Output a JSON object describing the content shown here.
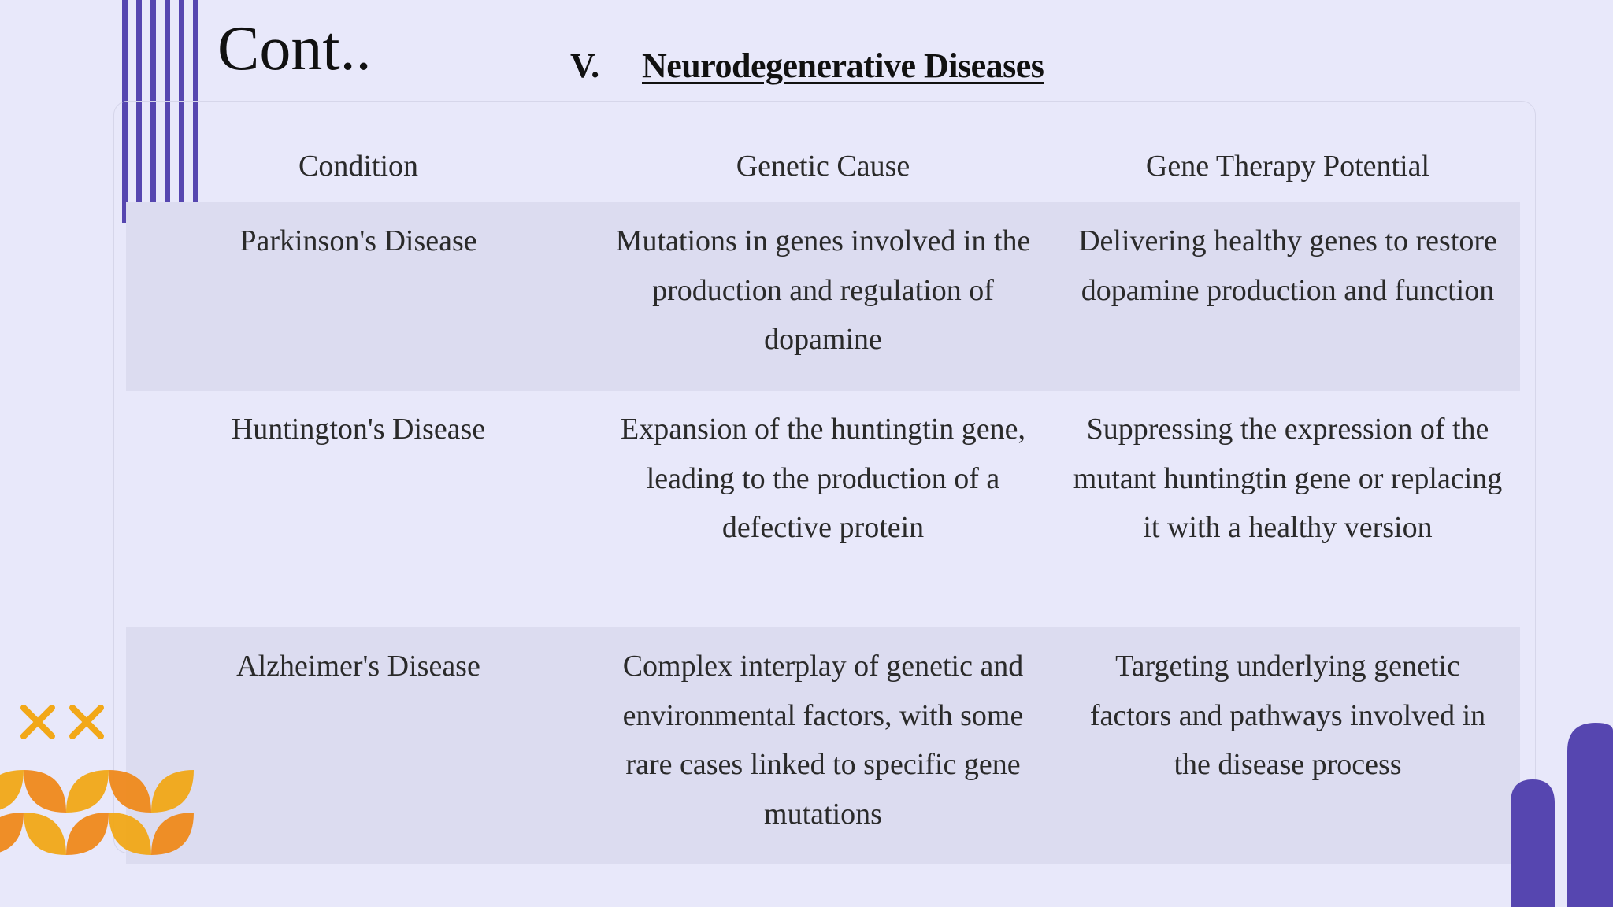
{
  "slide": {
    "title": "Cont..",
    "section_numeral": "V.",
    "section_heading": "Neurodegenerative Diseases"
  },
  "table": {
    "headers": [
      "Condition",
      "Genetic Cause",
      "Gene Therapy Potential"
    ],
    "rows": [
      {
        "condition": "Parkinson's Disease",
        "genetic_cause": "Mutations in genes involved in the production and regulation of dopamine",
        "therapy_potential": "Delivering healthy genes to restore dopamine production and function"
      },
      {
        "condition": "Huntington's Disease",
        "genetic_cause": "Expansion of the huntingtin gene, leading to the production of a defective protein",
        "therapy_potential": "Suppressing the expression of the mutant huntingtin gene or replacing it with a healthy version"
      },
      {
        "condition": "Alzheimer's Disease",
        "genetic_cause": "Complex interplay of genetic and environmental factors, with some rare cases linked to specific gene mutations",
        "therapy_potential": "Targeting underlying genetic factors and pathways involved in the disease process"
      }
    ]
  },
  "decor": {
    "accent_purple": "#5646b0",
    "accent_orange": "#f2a818",
    "accent_deep_orange": "#f08a1c",
    "background": "#e8e8fa",
    "row_shade": "#dcdcf0"
  }
}
